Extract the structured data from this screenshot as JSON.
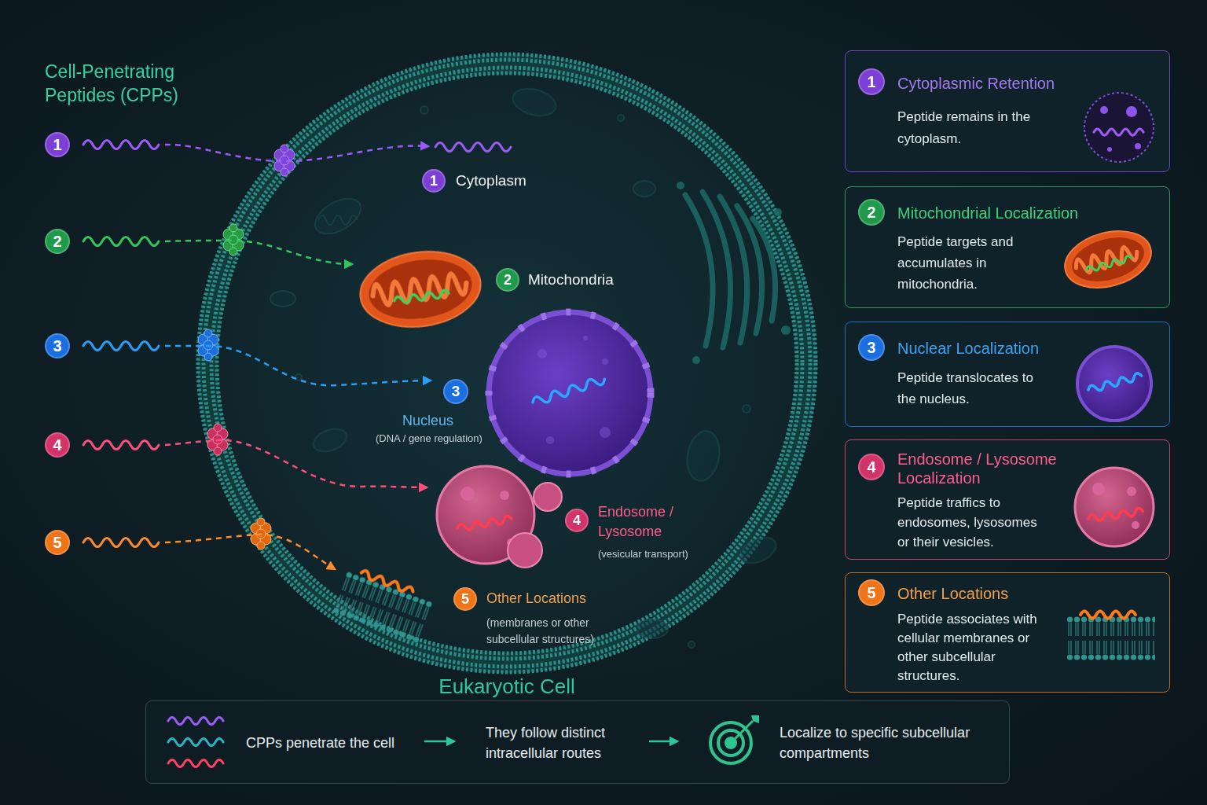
{
  "diagram": {
    "title": "Cell-Penetrating Peptides (CPPs)",
    "nodes": [
      {
        "text": [
          "Eukaryotic Cell"
        ]
      },
      {
        "text": [
          "Cytoplasmic Retention",
          "Peptide remains in the cytoplasm."
        ]
      },
      {
        "text": [
          "Mitochondrial Localization",
          "Peptide targets and accumulates in mitochondria."
        ]
      },
      {
        "text": [
          "Nuclear Localization",
          "Peptide translocates to the nucleus."
        ]
      },
      {
        "text": [
          "Endosome / Lysosome Localization",
          "Peptide traffics to endosomes, lysosomes or their vesicles."
        ]
      },
      {
        "text": [
          "Other Locations",
          "Peptide associates with cellular membranes or other subcellular structures."
        ]
      },
      {
        "text": [
          "CPPs penetrate the cell",
          "They follow distinct intracellular routes",
          "Localize to specific subcellular compartments"
        ]
      }
    ],
    "labels": [
      "1",
      "2",
      "3",
      "4",
      "5",
      "1",
      "Cytoplasm",
      "2",
      "Mitochondria",
      "3",
      "Nucleus",
      "(DNA / gene regulation)",
      "4",
      "Endosome / Lysosome",
      "(vesicular transport)",
      "5",
      "Other Locations",
      "(membranes or other subcellular structures)",
      "1",
      "2",
      "3",
      "4",
      "5"
    ]
  }
}
